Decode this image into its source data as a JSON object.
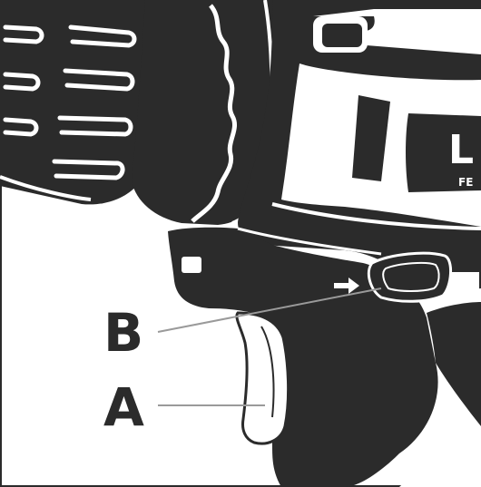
{
  "figure": {
    "labels": {
      "a": "A",
      "b": "B"
    },
    "brand": {
      "logo_letter": "L",
      "text_fragment": "FE"
    },
    "colors": {
      "ink": "#2b2b2b",
      "paper": "#ffffff",
      "leader_line": "#9a9a9a"
    },
    "icons": {
      "direction_arrow": "arrow-right-icon"
    }
  }
}
